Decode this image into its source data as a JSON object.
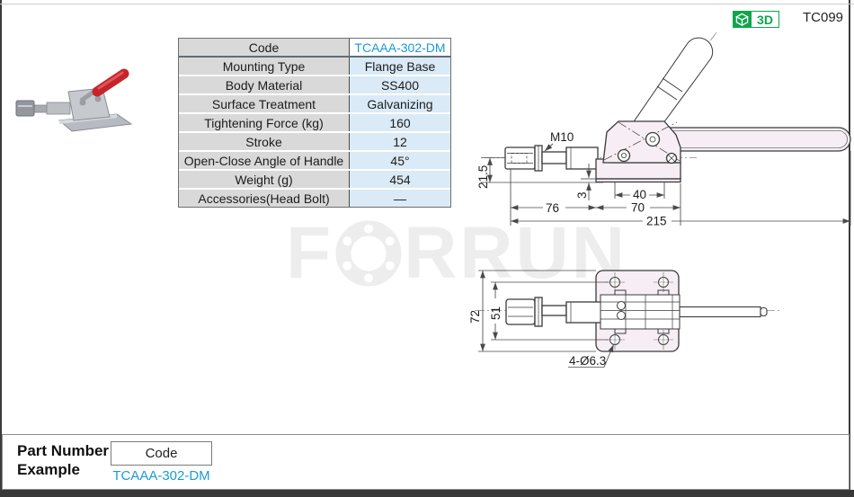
{
  "header": {
    "catalog_code": "TC099",
    "badge_3d_label": "3D"
  },
  "product_table": {
    "rows": [
      {
        "label": "Code",
        "value": "TCAAA-302-DM"
      },
      {
        "label": "Mounting Type",
        "value": "Flange Base"
      },
      {
        "label": "Body Material",
        "value": "SS400"
      },
      {
        "label": "Surface Treatment",
        "value": "Galvanizing"
      },
      {
        "label": "Tightening Force (kg)",
        "value": "160"
      },
      {
        "label": "Stroke",
        "value": "12"
      },
      {
        "label": "Open-Close  Angle of Handle",
        "value": "45°"
      },
      {
        "label": "Weight (g)",
        "value": "454"
      },
      {
        "label": "Accessories(Head Bolt)",
        "value": "—"
      }
    ]
  },
  "watermark": {
    "text": "FORRUN",
    "part1": "F",
    "part2": "RRUN"
  },
  "side_view_dims": {
    "thread": "M10",
    "center_height": "21.5",
    "spindle_length": "76",
    "flange_thickness": "3",
    "hole_pitch": "40",
    "base_length": "70",
    "overall_length": "215"
  },
  "top_view_dims": {
    "plate_width": "72",
    "hole_row_pitch": "51",
    "holes": "4-Ø6.3"
  },
  "part_number_example": {
    "label_line1": "Part Number",
    "label_line2": "Example",
    "column_header": "Code",
    "code": "TCAAA-302-DM"
  },
  "colors": {
    "accent_blue": "#199bd7",
    "badge_green": "#10a54d",
    "table_label_bg": "#d9d9d9",
    "table_value_bg": "#daeaf6",
    "drawing_fill": "#f6eef4"
  }
}
